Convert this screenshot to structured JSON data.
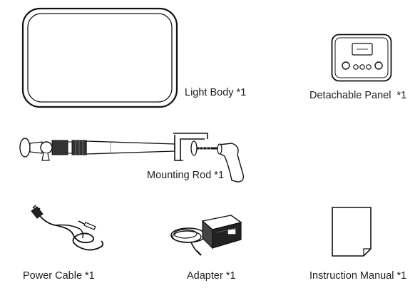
{
  "items": [
    {
      "id": "light-body",
      "name": "Light Body",
      "qty": "*1",
      "label": "Light Body *1"
    },
    {
      "id": "detachable-panel",
      "name": "Detachable Panel",
      "qty": "*1",
      "label": "Detachable Panel  *1"
    },
    {
      "id": "mounting-rod",
      "name": "Mounting Rod",
      "qty": "*1",
      "label": "Mounting Rod *1"
    },
    {
      "id": "power-cable",
      "name": "Power Cable",
      "qty": "*1",
      "label": "Power Cable *1"
    },
    {
      "id": "adapter",
      "name": "Adapter",
      "qty": "*1",
      "label": "Adapter *1"
    },
    {
      "id": "instruction-manual",
      "name": "Instruction Manual",
      "qty": "*1",
      "label": "Instruction Manual *1"
    }
  ]
}
